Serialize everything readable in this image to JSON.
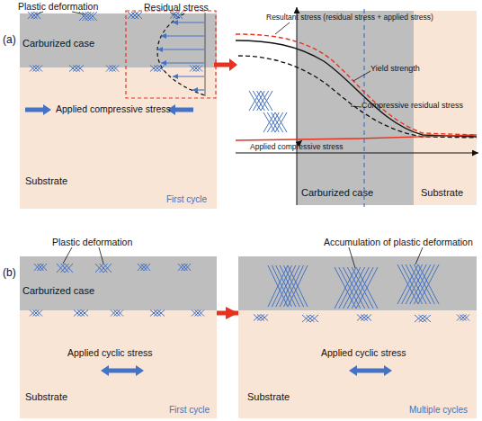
{
  "diagram": {
    "nodes": [
      {
        "text": [
          "Substrate"
        ]
      },
      {
        "text": [
          "Carburized case"
        ],
        "in": 0
      },
      {
        "text": [
          "Carburized case"
        ]
      },
      {
        "text": [
          "Substrate"
        ]
      },
      {
        "text": [
          "Substrate"
        ]
      },
      {
        "text": [
          "Carburized case"
        ],
        "in": 4
      },
      {
        "text": [
          "Substrate"
        ]
      }
    ],
    "edges": [
      {
        "from": 4,
        "to": 6,
        "arrow": "to"
      }
    ],
    "labels": [
      "(a)",
      "Plastic deformation",
      "Residual stress",
      "Applied compressive stress",
      "First cycle",
      "Resultant stress (residual stress + applied stress)",
      "Yield strength",
      "Compressive residual stress",
      "Applied compressive stress",
      "(b)",
      "Plastic deformation",
      "Applied cyclic stress",
      "First cycle",
      "Accumulation of plastic deformation",
      "Applied cyclic stress",
      "Multiple cycles"
    ]
  }
}
